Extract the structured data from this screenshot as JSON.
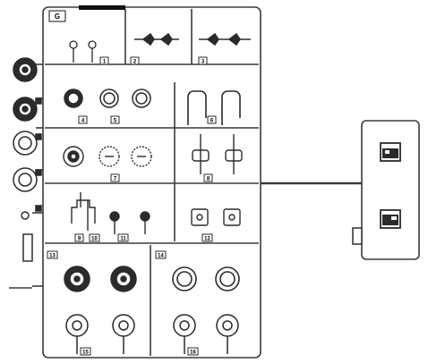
{
  "sprue": {
    "letter": "G",
    "part_numbers": {
      "p1": "1",
      "p2": "2",
      "p3": "3",
      "p4": "4",
      "p5": "5",
      "p6": "6",
      "p7": "7",
      "p8": "8",
      "p9": "9",
      "p10": "10",
      "p11": "11",
      "p12": "12",
      "p13": "13",
      "p14": "14",
      "p15": "15",
      "p16": "16"
    }
  },
  "colors": {
    "line": "#3a3a3a",
    "fill_dark": "#2b2b2b",
    "fill_light": "#ffffff",
    "paper": "#ffffff"
  }
}
